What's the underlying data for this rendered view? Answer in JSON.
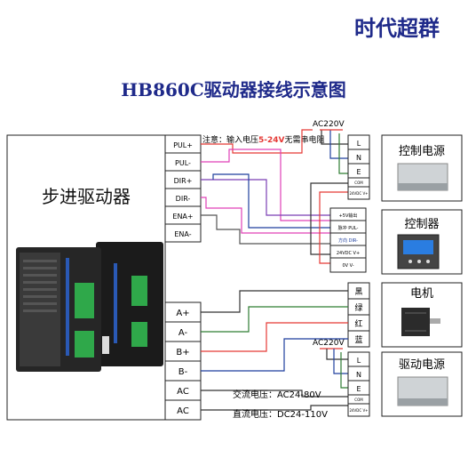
{
  "brand": "时代超群",
  "title": "HB860C驱动器接线示意图",
  "driver_label": "步进驱动器",
  "control_terminals": [
    "PUL+",
    "PUL-",
    "DIR+",
    "DIR-",
    "ENA+",
    "ENA-"
  ],
  "power_terminals": [
    "A+",
    "A-",
    "B+",
    "B-",
    "AC",
    "AC"
  ],
  "note": {
    "prefix": "注意：输入电压",
    "voltage": "5-24V",
    "suffix": "无需串电阻"
  },
  "ac_top": "AC220V",
  "ac_bottom": "AC220V",
  "psu1_terms": [
    "L",
    "N",
    "E",
    "COM",
    "24VDC V+"
  ],
  "psu2_terms": [
    "L",
    "N",
    "E",
    "COM",
    "24VDC V+"
  ],
  "controller_terms": [
    "+5V输出",
    "脉冲 PUL-",
    "方向 DIR-",
    "24VDC V+",
    "0V V-"
  ],
  "motor_wires": [
    "黑",
    "绿",
    "红",
    "蓝"
  ],
  "devices": {
    "psu_control": "控制电源",
    "controller": "控制器",
    "motor": "电机",
    "psu_drive": "驱动电源"
  },
  "voltage_ac": "交流电压：AC24-80V",
  "voltage_dc": "直流电压：DC24-110V",
  "colors": {
    "title": "#1f2a8a",
    "pink": "#e040b8",
    "red": "#e53935",
    "green": "#2e7d32",
    "blue": "#1f3f9e",
    "purple": "#7b3fb5"
  }
}
